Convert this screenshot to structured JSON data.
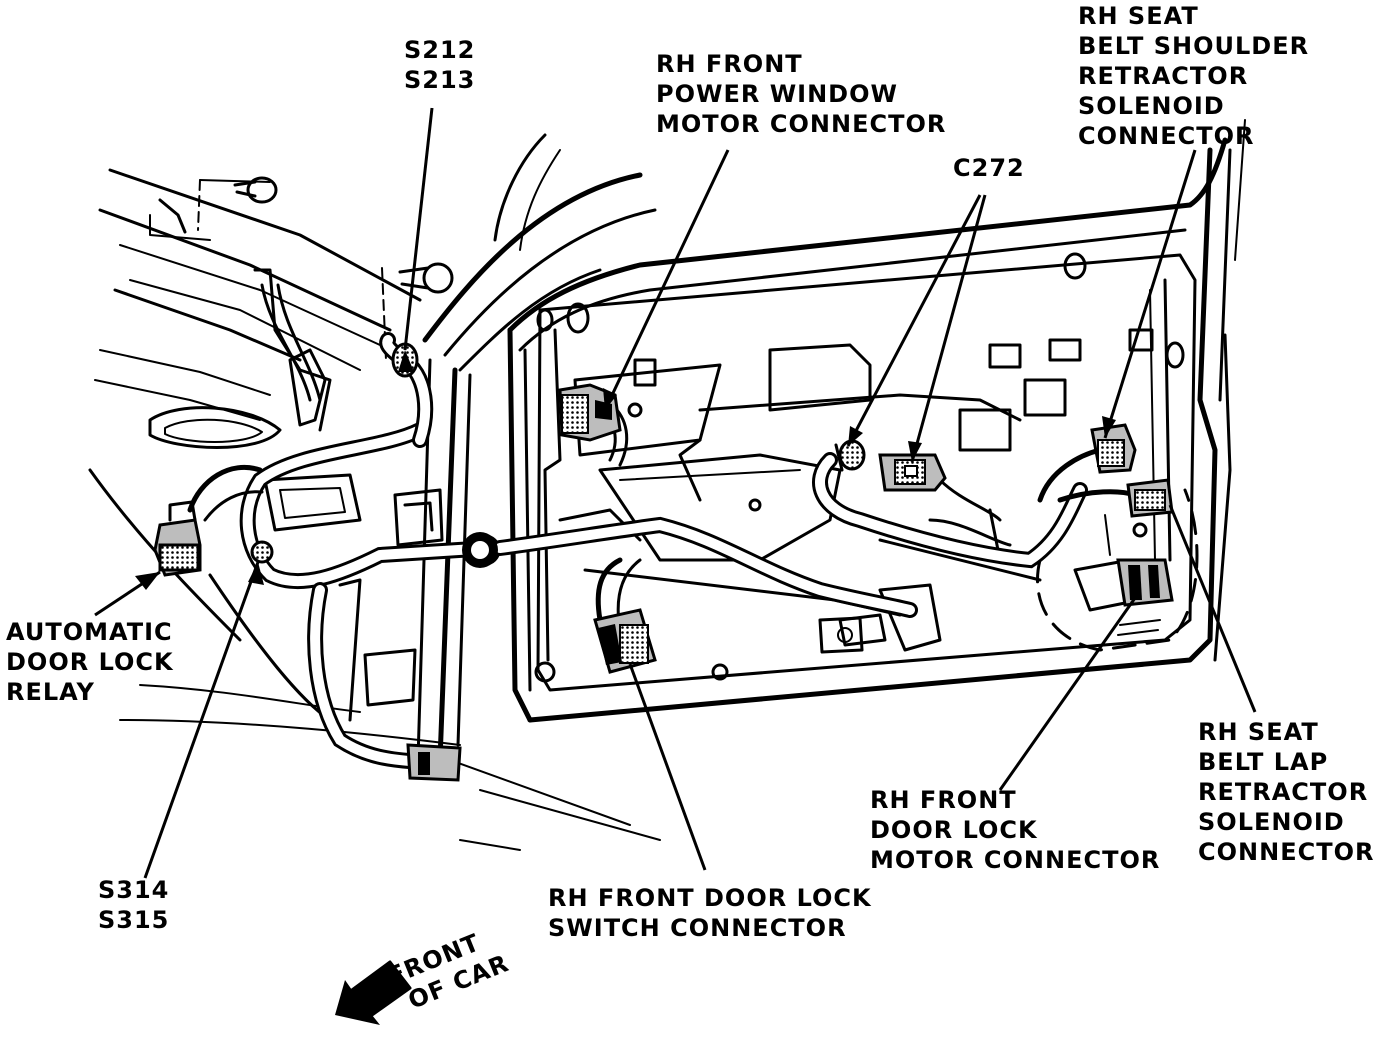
{
  "labels": {
    "s212_s213": [
      "S212",
      "S213"
    ],
    "rh_front_power_window": [
      "RH FRONT",
      "POWER WINDOW",
      "MOTOR CONNECTOR"
    ],
    "c272": [
      "C272"
    ],
    "rh_seat_belt_shoulder": [
      "RH SEAT",
      "BELT SHOULDER",
      "RETRACTOR",
      "SOLENOID",
      "CONNECTOR"
    ],
    "automatic_door_lock_relay": [
      "AUTOMATIC",
      "DOOR LOCK",
      "RELAY"
    ],
    "s314_s315": [
      "S314",
      "S315"
    ],
    "rh_front_door_lock_switch": [
      "RH FRONT DOOR LOCK",
      "SWITCH CONNECTOR"
    ],
    "rh_front_door_lock_motor": [
      "RH FRONT",
      "DOOR LOCK",
      "MOTOR CONNECTOR"
    ],
    "rh_seat_belt_lap": [
      "RH SEAT",
      "BELT LAP",
      "RETRACTOR",
      "SOLENOID",
      "CONNECTOR"
    ],
    "front_of_car": [
      "FRONT",
      "OF CAR"
    ]
  }
}
